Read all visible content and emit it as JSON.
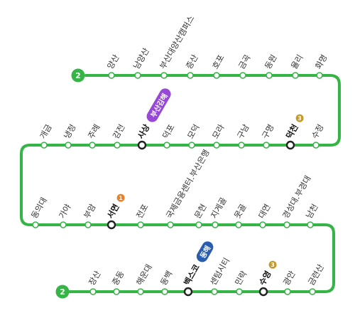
{
  "line": {
    "number": "2",
    "color": "#35b545"
  },
  "stations": [
    {
      "name": "양산"
    },
    {
      "name": "남양산"
    },
    {
      "name": "부산대양산캠퍼스"
    },
    {
      "name": "증산"
    },
    {
      "name": "호포"
    },
    {
      "name": "금곡"
    },
    {
      "name": "동원"
    },
    {
      "name": "율리"
    },
    {
      "name": "화명"
    },
    {
      "name": "수정"
    },
    {
      "name": "덕천",
      "transfer": {
        "label": "3",
        "color": "#c49a2b"
      }
    },
    {
      "name": "구명"
    },
    {
      "name": "구남"
    },
    {
      "name": "모라"
    },
    {
      "name": "모덕"
    },
    {
      "name": "덕포"
    },
    {
      "name": "사상",
      "transfer": {
        "label": "부산김해",
        "color": "#9748d8"
      }
    },
    {
      "name": "감전"
    },
    {
      "name": "주례"
    },
    {
      "name": "냉정"
    },
    {
      "name": "개금"
    },
    {
      "name": "동의대"
    },
    {
      "name": "가야"
    },
    {
      "name": "부암"
    },
    {
      "name": "서면",
      "transfer": {
        "label": "1",
        "color": "#f07d22"
      }
    },
    {
      "name": "전포"
    },
    {
      "name": "국제금융센터.부산은행"
    },
    {
      "name": "문현"
    },
    {
      "name": "지게골"
    },
    {
      "name": "못골"
    },
    {
      "name": "대연"
    },
    {
      "name": "경성대.부경대"
    },
    {
      "name": "남천"
    },
    {
      "name": "금련산"
    },
    {
      "name": "광안"
    },
    {
      "name": "수영",
      "transfer": {
        "label": "3",
        "color": "#c49a2b"
      }
    },
    {
      "name": "민락"
    },
    {
      "name": "센텀시티"
    },
    {
      "name": "벡스코",
      "transfer": {
        "label": "동해",
        "color": "#2a5db0"
      }
    },
    {
      "name": "동백"
    },
    {
      "name": "해운대"
    },
    {
      "name": "중동"
    },
    {
      "name": "장산"
    }
  ]
}
